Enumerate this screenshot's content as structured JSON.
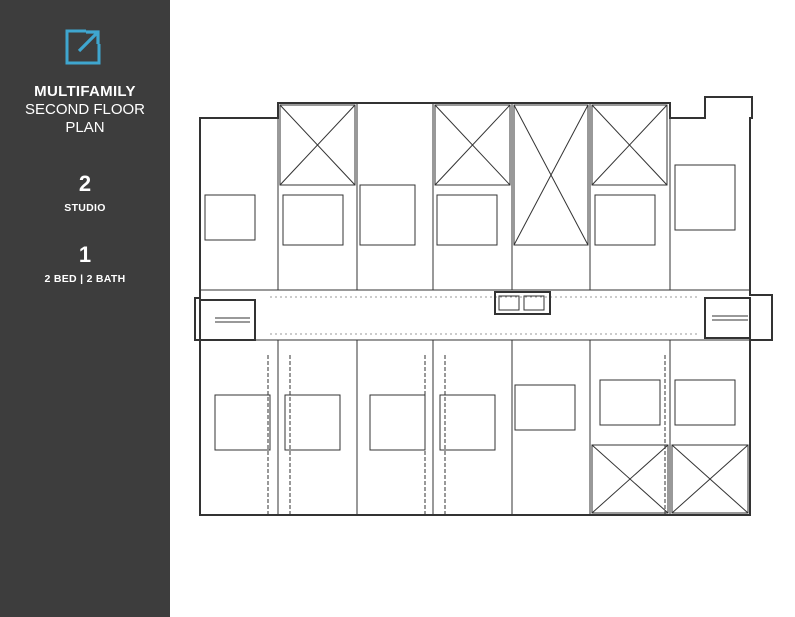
{
  "sidebar": {
    "background": "#3d3d3d",
    "accent": "#3fa6cf",
    "link_icon": "external-link-icon",
    "title_line1": "MULTIFAMILY",
    "title_line2": "SECOND FLOOR",
    "title_line3": "PLAN",
    "stats": [
      {
        "count": "2",
        "label": "STUDIO"
      },
      {
        "count": "1",
        "label": "2 BED | 2 BATH"
      }
    ]
  }
}
